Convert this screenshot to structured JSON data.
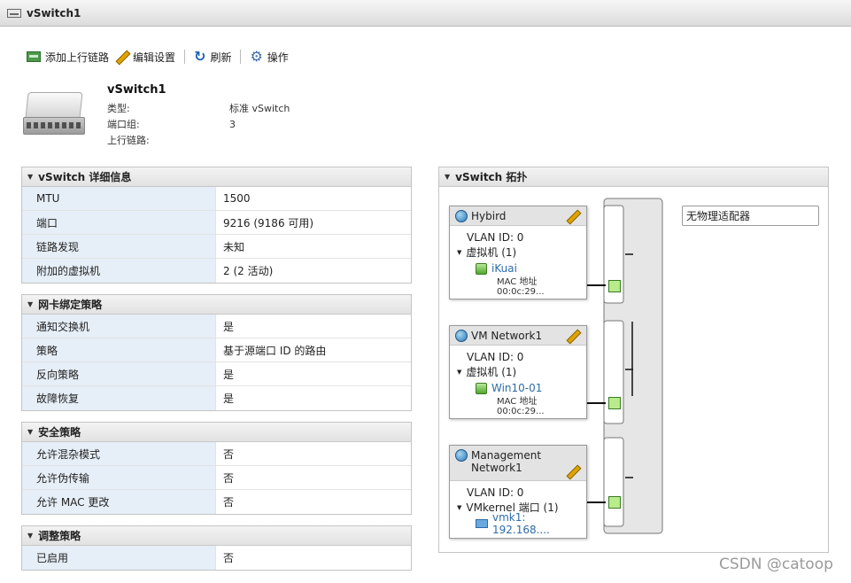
{
  "window": {
    "title": "vSwitch1"
  },
  "toolbar": {
    "add_uplink": "添加上行链路",
    "edit_settings": "编辑设置",
    "refresh": "刷新",
    "actions": "操作"
  },
  "summary": {
    "name": "vSwitch1",
    "rows": [
      {
        "key": "类型:",
        "value": "标准 vSwitch"
      },
      {
        "key": "端口组:",
        "value": "3"
      },
      {
        "key": "上行链路:",
        "value": ""
      }
    ]
  },
  "panels": {
    "details": {
      "title": "vSwitch 详细信息",
      "rows": [
        {
          "key": "MTU",
          "value": "1500"
        },
        {
          "key": "端口",
          "value": "9216 (9186 可用)"
        },
        {
          "key": "链路发现",
          "value": "未知"
        },
        {
          "key": "附加的虚拟机",
          "value": "2 (2 活动)"
        }
      ]
    },
    "teaming": {
      "title": "网卡绑定策略",
      "rows": [
        {
          "key": "通知交换机",
          "value": "是"
        },
        {
          "key": "策略",
          "value": "基于源端口 ID 的路由"
        },
        {
          "key": "反向策略",
          "value": "是"
        },
        {
          "key": "故障恢复",
          "value": "是"
        }
      ]
    },
    "security": {
      "title": "安全策略",
      "rows": [
        {
          "key": "允许混杂模式",
          "value": "否"
        },
        {
          "key": "允许伪传输",
          "value": "否"
        },
        {
          "key": "允许 MAC 更改",
          "value": "否"
        }
      ]
    },
    "shaping": {
      "title": "调整策略",
      "rows": [
        {
          "key": "已启用",
          "value": "否"
        }
      ]
    }
  },
  "topology": {
    "title": "vSwitch 拓扑",
    "no_adapter": "无物理适配器",
    "portgroups": [
      {
        "name": "Hybird",
        "vlan": "VLAN ID: 0",
        "group": "虚拟机 (1)",
        "item": "iKuai",
        "mac": "MAC 地址 00:0c:29..."
      },
      {
        "name": "VM Network1",
        "vlan": "VLAN ID: 0",
        "group": "虚拟机 (1)",
        "item": "Win10-01",
        "mac": "MAC 地址 00:0c:29..."
      },
      {
        "name": "Management Network1",
        "vlan": "VLAN ID: 0",
        "group": "VMkernel 端口 (1)",
        "item": "vmk1: 192.168....",
        "mac": ""
      }
    ]
  },
  "watermark": "CSDN @catoop"
}
